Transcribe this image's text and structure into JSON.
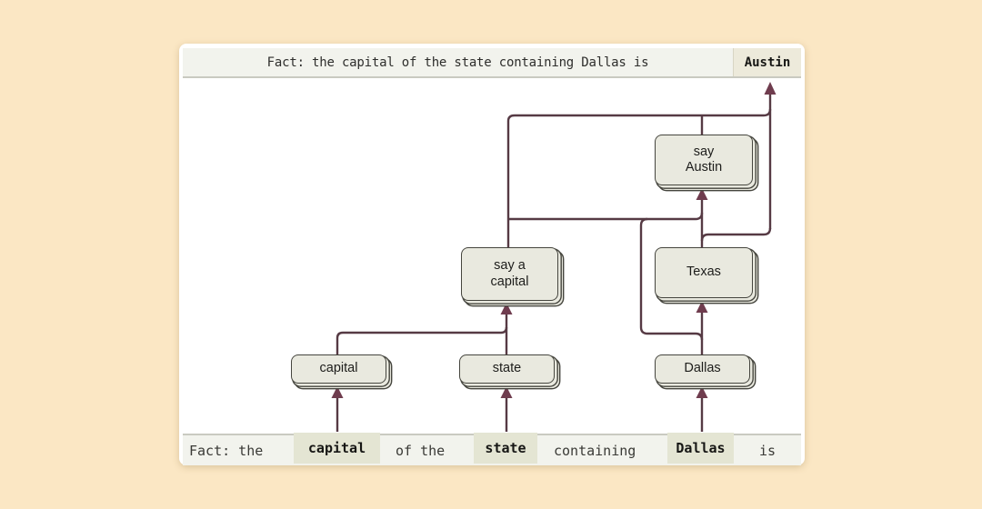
{
  "header": {
    "prompt": "Fact: the capital of the state containing Dallas is",
    "completion": "Austin"
  },
  "nodes": [
    {
      "id": "say-austin",
      "label": "say\nAustin"
    },
    {
      "id": "say-a-capital",
      "label": "say a\ncapital"
    },
    {
      "id": "texas",
      "label": "Texas"
    },
    {
      "id": "capital",
      "label": "capital"
    },
    {
      "id": "state",
      "label": "state"
    },
    {
      "id": "dallas",
      "label": "Dallas"
    }
  ],
  "edges": [
    {
      "from": "token:capital",
      "to": "capital"
    },
    {
      "from": "token:state",
      "to": "state"
    },
    {
      "from": "token:Dallas",
      "to": "dallas"
    },
    {
      "from": "capital",
      "to": "say-a-capital"
    },
    {
      "from": "state",
      "to": "say-a-capital"
    },
    {
      "from": "dallas",
      "to": "texas"
    },
    {
      "from": "dallas",
      "to": "say-austin"
    },
    {
      "from": "say-a-capital",
      "to": "say-austin"
    },
    {
      "from": "texas",
      "to": "say-austin"
    },
    {
      "from": "say-a-capital",
      "to": "output:Austin"
    },
    {
      "from": "texas",
      "to": "output:Austin"
    },
    {
      "from": "say-austin",
      "to": "output:Austin"
    }
  ],
  "bottom_bar": {
    "tokens": [
      {
        "text": "Fact: the",
        "highlight": false
      },
      {
        "text": "capital",
        "highlight": true
      },
      {
        "text": "of the",
        "highlight": false
      },
      {
        "text": "state",
        "highlight": true
      },
      {
        "text": "containing",
        "highlight": false
      },
      {
        "text": "Dallas",
        "highlight": true
      },
      {
        "text": "is",
        "highlight": false
      }
    ]
  },
  "colors": {
    "page_background": "#fbe7c4",
    "card_background": "#ffffff",
    "bar_background": "#f2f3ed",
    "bar_border": "#c9cac1",
    "token_chip": "#e4e5d3",
    "completion_chip": "#edeadb",
    "node_fill": "#e9e9df",
    "node_border": "#45453e",
    "edge_line": "#563a44",
    "arrowhead": "#6f3c4e"
  }
}
